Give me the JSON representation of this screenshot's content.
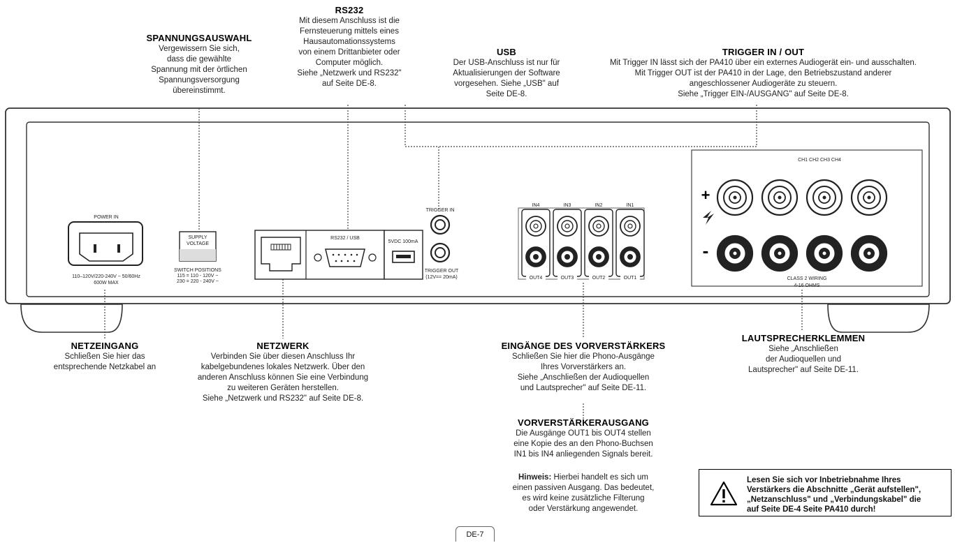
{
  "callouts": {
    "rs232": {
      "title": "RS232",
      "lines": [
        "Mit diesem Anschluss ist die",
        "Fernsteuerung mittels eines",
        "Hausautomationssystems",
        "von einem Drittanbieter oder",
        "Computer möglich.",
        "Siehe „Netzwerk und RS232\"",
        "auf Seite DE-8."
      ]
    },
    "spannung": {
      "title": "SPANNUNGSAUSWAHL",
      "lines": [
        "Vergewissern Sie sich,",
        "dass die gewählte",
        "Spannung mit der örtlichen",
        "Spannungsversorgung",
        "übereinstimmt."
      ]
    },
    "usb": {
      "title": "USB",
      "lines": [
        "Der USB-Anschluss ist nur für",
        "Aktualisierungen der Software",
        "vorgesehen. Siehe „USB\" auf",
        "Seite DE-8."
      ]
    },
    "trigger": {
      "title": "TRIGGER IN / OUT",
      "lines": [
        "Mit Trigger IN lässt sich der PA410 über ein externes Audiogerät ein- und ausschalten.",
        "Mit Trigger OUT ist der PA410 in der Lage, den Betriebszustand anderer",
        "angeschlossener Audiogeräte zu steuern.",
        "Siehe „Trigger EIN-/AUSGANG\" auf Seite DE-8."
      ]
    },
    "netzeingang": {
      "title": "NETZEINGANG",
      "lines": [
        "Schließen Sie hier das",
        "entsprechende Netzkabel an"
      ]
    },
    "netzwerk": {
      "title": "NETZWERK",
      "lines": [
        "Verbinden Sie über diesen Anschluss Ihr",
        "kabelgebundenes lokales Netzwerk. Über den",
        "anderen Anschluss können Sie eine Verbindung",
        "zu weiteren Geräten herstellen.",
        "Siehe „Netzwerk und RS232\" auf Seite DE-8."
      ]
    },
    "eingaenge": {
      "title": "EINGÄNGE DES VORVERSTÄRKERS",
      "lines": [
        "Schließen Sie hier die Phono-Ausgänge",
        "Ihres Vorverstärkers an.",
        "Siehe „Anschließen der Audioquellen",
        "und Lautsprecher\" auf Seite DE-11."
      ]
    },
    "vorausgang": {
      "title": "VORVERSTÄRKERAUSGANG",
      "lines": [
        "Die Ausgänge OUT1 bis OUT4 stellen",
        "eine Kopie des an den Phono-Buchsen",
        "IN1 bis IN4 anliegenden Signals bereit."
      ]
    },
    "hinweis": {
      "label": "Hinweis:",
      "first": " Hierbei handelt es sich um",
      "lines": [
        "einen passiven Ausgang. Das bedeutet,",
        "es wird keine zusätzliche Filterung",
        "oder Verstärkung angewendet."
      ]
    },
    "lautsprecher": {
      "title": "LAUTSPRECHERKLEMMEN",
      "lines": [
        "Siehe „Anschließen",
        "der Audioquellen und",
        "Lautsprecher\" auf Seite DE-11."
      ]
    }
  },
  "panel": {
    "power_label": "POWER IN",
    "power_spec_1": "110–120V/220-240V ~ 50/60Hz",
    "power_spec_2": "600W MAX",
    "supply_1": "SUPPLY",
    "supply_2": "VOLTAGE",
    "switch_1": "SWITCH POSITIONS",
    "switch_2": "115 = 110 - 120V ~",
    "switch_3": "230 = 220 - 240V ~",
    "rs232_label": "RS232 / USB",
    "usb_label": "5VDC 100mA",
    "trigger_in": "TRIGGER IN",
    "trigger_out_1": "TRIGGER OUT",
    "trigger_out_2": "(12V== 20mA)",
    "inputs": [
      "IN4",
      "IN3",
      "IN2",
      "IN1"
    ],
    "outputs": [
      "OUT4",
      "OUT3",
      "OUT2",
      "OUT1"
    ],
    "channels": "CH1 CH2 CH3 CH4",
    "plus": "+",
    "minus": "-",
    "class2_1": "CLASS 2 WIRING",
    "class2_2": "4-16 OHMS"
  },
  "warning": {
    "lines": [
      "Lesen Sie sich vor Inbetriebnahme Ihres",
      "Verstärkers die Abschnitte „Gerät aufstellen\",",
      "„Netzanschluss\" und „Verbindungskabel\" die",
      "auf Seite DE-4 Seite PA410 durch!"
    ]
  },
  "page_number": "DE-7"
}
